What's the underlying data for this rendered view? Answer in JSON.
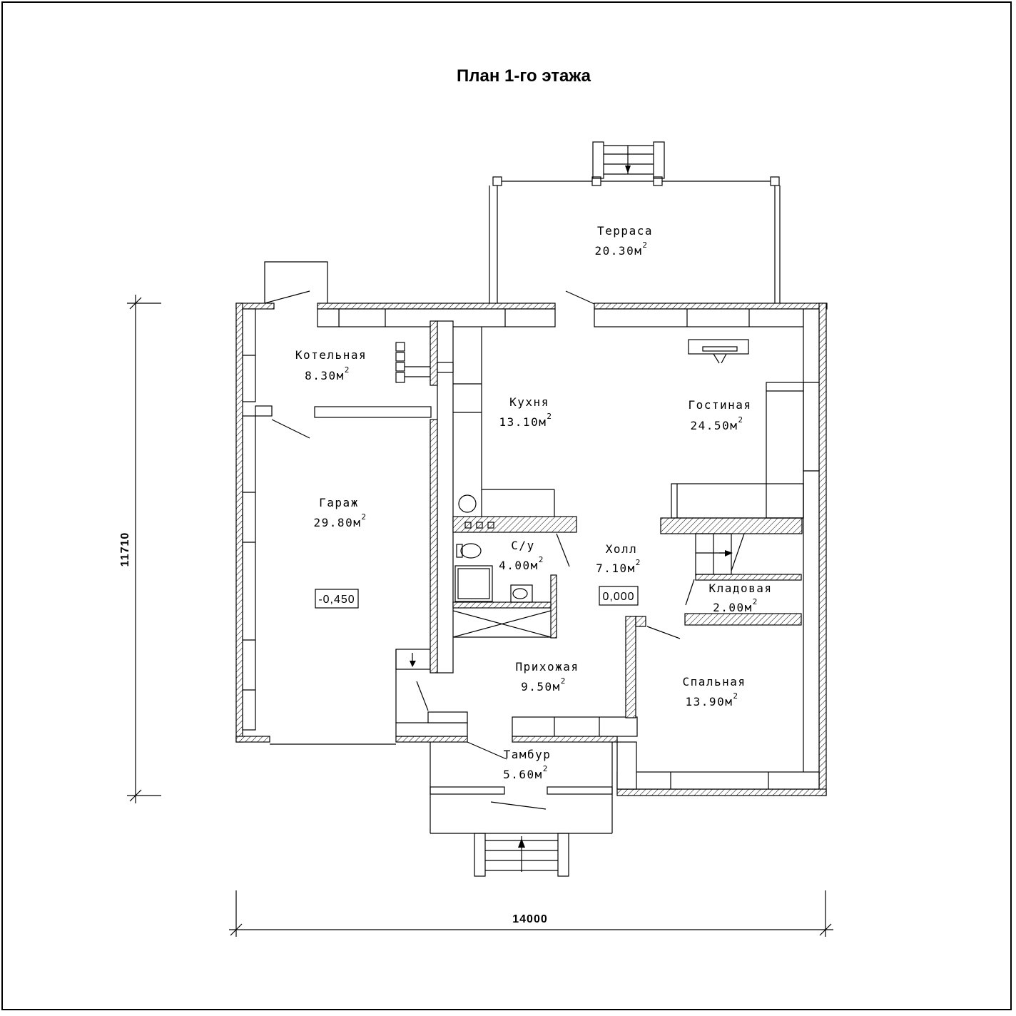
{
  "title": "План 1-го этажа",
  "dimensions": {
    "height": "11710",
    "width": "14000"
  },
  "sup": "2",
  "rooms": [
    {
      "name": "Терраса",
      "area": "20.30м"
    },
    {
      "name": "Котельная",
      "area": "8.30м"
    },
    {
      "name": "Кухня",
      "area": "13.10м"
    },
    {
      "name": "Гостиная",
      "area": "24.50м"
    },
    {
      "name": "Гараж",
      "area": "29.80м"
    },
    {
      "name": "С/у",
      "area": "4.00м"
    },
    {
      "name": "Холл",
      "area": "7.10м"
    },
    {
      "name": "Кладовая",
      "area": "2.00м"
    },
    {
      "name": "Прихожая",
      "area": "9.50м"
    },
    {
      "name": "Спальная",
      "area": "13.90м"
    },
    {
      "name": "Тамбур",
      "area": "5.60м"
    }
  ],
  "levels": {
    "garage": "-0,450",
    "hall": "0,000"
  }
}
